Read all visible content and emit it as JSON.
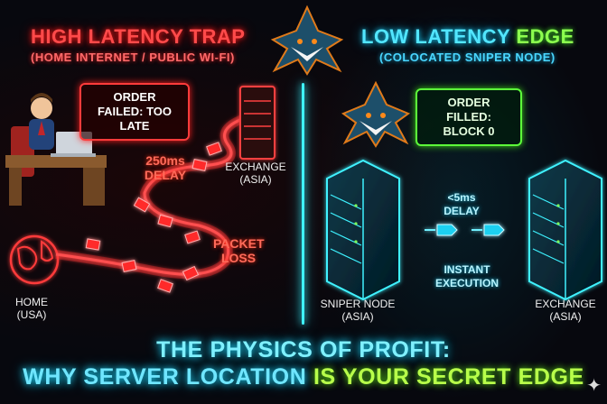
{
  "left_panel": {
    "title": "HIGH LATENCY TRAP",
    "subtitle": "(HOME INTERNET / PUBLIC WI-FI)",
    "callout": "ORDER FAILED: TOO LATE",
    "delay_label": "250ms DELAY",
    "loss_label": "PACKET LOSS",
    "exchange_label": "EXCHANGE (ASIA)",
    "home_label": "HOME (USA)"
  },
  "right_panel": {
    "title_main": "LOW LATENCY ",
    "title_accent": "EDGE",
    "subtitle": "(COLOCATED SNIPER NODE)",
    "callout": "ORDER FILLED: BLOCK 0",
    "delay_label": "<5ms DELAY",
    "execution_label": "INSTANT EXECUTION",
    "sniper_label": "SNIPER NODE (ASIA)",
    "exchange_label": "EXCHANGE (ASIA)"
  },
  "footer": {
    "line1": "THE PHYSICS OF PROFIT:",
    "line2_start": "WHY SERVER LOCATION ",
    "line2_highlight": "IS YOUR SECRET EDGE"
  },
  "icons": [
    "shark-logo-icon",
    "trader-at-desk-icon",
    "globe-icon",
    "server-rack-icon",
    "data-packet-icon",
    "sparkle-icon"
  ],
  "colors": {
    "danger_red": "#ff4a4a",
    "edge_cyan": "#52e6ff",
    "edge_green": "#8dff4f",
    "background": "#05070d"
  }
}
